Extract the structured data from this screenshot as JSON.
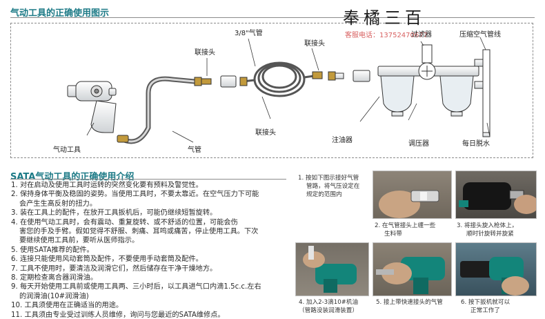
{
  "diagram": {
    "title": "气动工具的正确使用图示",
    "brand": "奉橘三百",
    "service": "客服电话：13752470677",
    "labels": {
      "air_hose_size": "3/8\"气管",
      "connector_left": "联接头",
      "connector_right": "联接头",
      "connector_bottom": "联接头",
      "filter": "过滤器",
      "compressed_air_line": "压缩空气管线",
      "air_tool": "气动工具",
      "hose": "气管",
      "oiler": "注油器",
      "regulator": "调压器",
      "daily_drain": "每日脱水"
    }
  },
  "guide": {
    "title": "SATA气动工具的正确使用介绍",
    "items": [
      "1. 对在启动及使用工具时运转的突然变化要有预料及警觉性。",
      "2. 保持身体平衡及稳固的姿势。当使用工具时，不要太靠近。在空气压力下可能",
      "会产生生高反射的扭力。",
      "3. 装在工具上的配件，在放开工具扳机后，可能仍继续短暂旋转。",
      "4. 在使用气动工具时，会有震动、重复旋转、或不舒适的位置，可能会伤",
      "害您的手及手臂。假如觉得不舒服、刺痛、耳鸣或痛苦，停止使用工具。下次",
      "要继续使用工具前，要听从医师指示。",
      "5. 使用SATA推荐的配件。",
      "6. 连接只能使用风动套筒及配件，不要使用手动套筒及配件。",
      "7. 工具不使用时，要清洁及润滑它们，然后储存在干净干燥地方。",
      "8. 定期检查离合器润滑油。",
      "9. 每天开始使用工具前或使用工具两、三小时后，以工具进气口内滴1.5c.c.左右",
      "的润滑油(10#润滑油)",
      "10. 工具须使用在正确适当的用途。",
      "11. 工具须由专业受过训练人员维修，询问与您最近的SATA维修点。"
    ]
  },
  "steps": {
    "step1": [
      "1. 按如下图示接好气管",
      "管路，将气压设定在",
      "规定的范围内"
    ],
    "step2": [
      "2. 在气管接头上缠一些",
      "生料带"
    ],
    "step3": [
      "3. 将接头旋入枪体上，",
      "顺时针旋转并旋紧"
    ],
    "step4": [
      "4. 加入2-3滴10#机油",
      "（管路没装润滑装置）"
    ],
    "step5": [
      "5. 接上带快速接头的气管"
    ],
    "step6": [
      "6. 按下扳机就可以",
      "正常工作了"
    ]
  },
  "colors": {
    "title": "#1c7a86",
    "service_text": "#d86262",
    "tool_teal": "#13857a",
    "brass": "#c29a3c"
  }
}
